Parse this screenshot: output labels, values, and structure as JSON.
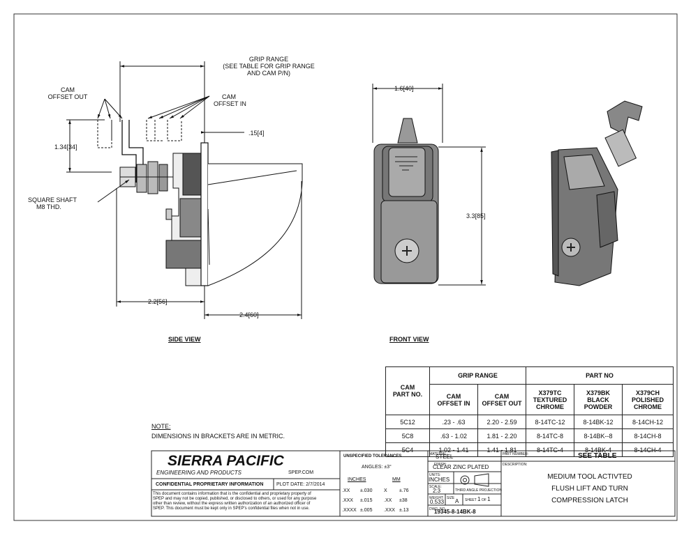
{
  "side_view": {
    "grip_range": [
      "GRIP RANGE",
      "(SEE TABLE FOR GRIP RANGE",
      "AND CAM P/N)"
    ],
    "cam_offset_out": [
      "CAM",
      "OFFSET OUT"
    ],
    "cam_offset_in": [
      "CAM",
      "OFFSET IN"
    ],
    "dim_134": "1.34",
    "dim_134_mm": "34",
    "dim_015": ".15",
    "dim_015_mm": "4",
    "square_shaft": [
      "SQUARE SHAFT",
      "M8 THD."
    ],
    "dim_22": "2.2",
    "dim_22_mm": "56",
    "dim_24": "2.4",
    "dim_24_mm": "60",
    "title": "SIDE VIEW"
  },
  "front_view": {
    "dim_16": "1.6",
    "dim_16_mm": "40",
    "dim_33": "3.3",
    "dim_33_mm": "85",
    "title": "FRONT VIEW"
  },
  "note": {
    "title": "NOTE:",
    "text": "DIMENSIONS IN BRACKETS ARE IN METRIC."
  },
  "part_table": {
    "cam_header": [
      "CAM",
      "PART NO."
    ],
    "grip_header": "GRIP RANGE",
    "partno_header": "PART NO",
    "cam_in": [
      "CAM",
      "OFFSET IN"
    ],
    "cam_out": [
      "CAM",
      "OFFSET OUT"
    ],
    "tc": [
      "X379TC",
      "TEXTURED",
      "CHROME"
    ],
    "bk": [
      "X379BK",
      "BLACK",
      "POWDER"
    ],
    "ch": [
      "X379CH",
      "POLISHED",
      "CHROME"
    ],
    "rows": [
      {
        "cam": "5C12",
        "in": ".23 - .63",
        "out": "2.20 - 2.59",
        "tc": "8-14TC-12",
        "bk": "8-14BK-12",
        "ch": "8-14CH-12"
      },
      {
        "cam": "5C8",
        "in": ".63 - 1.02",
        "out": "1.81 - 2.20",
        "tc": "8-14TC-8",
        "bk": "8-14BK--8",
        "ch": "8-14CH-8"
      },
      {
        "cam": "5C4",
        "in": "1.02 - 1.41",
        "out": "1.41 - 1.81",
        "tc": "8-14TC-4",
        "bk": "8-14BK-4",
        "ch": "8-14CH-4"
      }
    ]
  },
  "title_block": {
    "company": "SIERRA PACIFIC",
    "company_sub": "ENGINEERING AND PRODUCTS",
    "website": "SPEP.COM",
    "confidential": "CONFIDENTIAL PROPRIETARY INFORMATION",
    "plot_date_label": "PLOT DATE:",
    "plot_date": "2/7/2014",
    "disclaimer": [
      "This document contains information that is the confidential and proprietary property of",
      "SPEP and may not be copied, published, or disclosed to others, or used for any purpose",
      "other than review, without the express written authorization of an authorized officer of",
      "SPEP. This document must be kept only in SPEP's confidential files when not in use."
    ],
    "tol_header": "UNSPECIFIED TOLERANCES",
    "angles": "ANGLES: ±3°",
    "inches": "INCHES",
    "mm": "MM",
    "tol_rows": [
      {
        "a": ".XX",
        "b": "±.030",
        "c": "X",
        "d": "±.76"
      },
      {
        "a": ".XXX",
        "b": "±.015",
        "c": ".XX",
        "d": "±38"
      },
      {
        "a": ".XXXX",
        "b": "±.005",
        "c": ".XXX",
        "d": "±.13"
      }
    ],
    "material_label": "MATERIAL:",
    "material": "STEEL",
    "finish_label": "FINISH:",
    "finish": "CLEAR ZINC PLATED",
    "units_label": "UNITS:",
    "units": "INCHES",
    "scale_label": "SCALE:",
    "scale": "2:3",
    "projection": "THIRD ANGLE PROJECTION",
    "weight_label": "WEIGHT:",
    "weight": "0.533",
    "size_label": "SIZE",
    "size": "A",
    "sheet_label": "SHEET",
    "sheet": "1",
    "of_label": "OF",
    "of": "1",
    "dwg_label": "DWG. NO.",
    "dwg": "19345-8-14BK-8",
    "partnumber_label": "PART NUMBER:",
    "partnumber": "SEE TABLE",
    "description_label": "DESCRIPTION:",
    "description": [
      "MEDIUM TOOL ACTIVTED",
      "FLUSH LIFT AND TURN",
      "COMPRESSION LATCH"
    ]
  }
}
